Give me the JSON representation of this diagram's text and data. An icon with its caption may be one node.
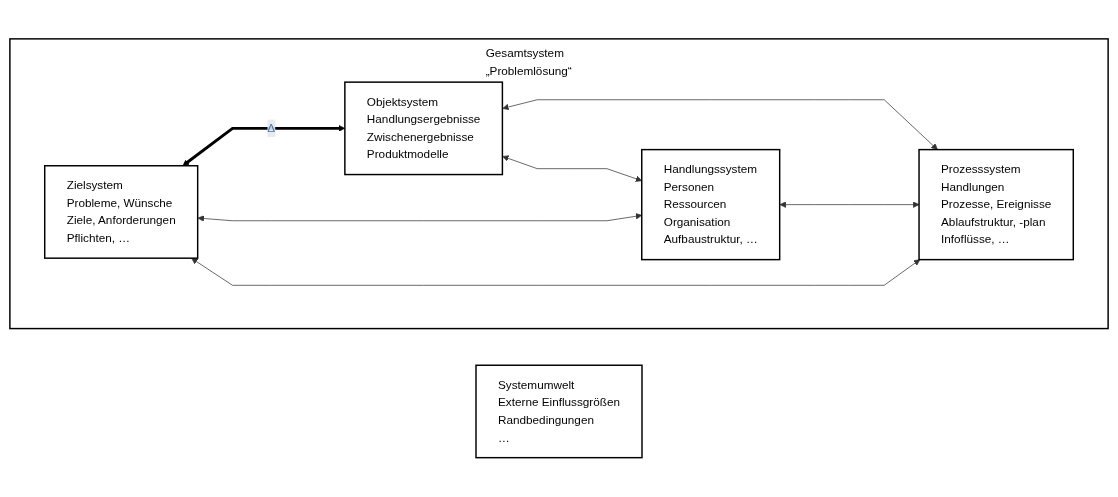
{
  "diagram": {
    "nodes": [
      {
        "text": [
          "Systemumwelt",
          "Externe Einflussgrößen",
          "Randbedingungen",
          "…"
        ]
      },
      {
        "text": [
          "Gesamtsystem „Problemlösung“"
        ]
      },
      {
        "text": [
          "Zielsystem",
          "Probleme, Wünsche",
          "Ziele, Anforderungen",
          "Pflichten, …"
        ],
        "in": 1
      },
      {
        "text": [
          "Objektsystem",
          "Handlungsergebnisse",
          "Zwischenergebnisse",
          "Produktmodelle"
        ],
        "in": 1
      },
      {
        "text": [
          "Handlungssystem",
          "Personen",
          "Ressourcen",
          "Organisation",
          "Aufbaustruktur, …"
        ],
        "in": 1
      },
      {
        "text": [
          "Prozesssystem",
          "Handlungen",
          "Prozesse, Ereignisse",
          "Ablaufstruktur, -plan",
          "Infoflüsse, …"
        ],
        "in": 1
      }
    ],
    "edges": [
      {
        "from": 2,
        "to": 3,
        "arrow": "both",
        "label": "Δ",
        "style": "thick"
      },
      {
        "from": 2,
        "to": 4,
        "arrow": "both"
      },
      {
        "from": 3,
        "to": 5,
        "arrow": "both"
      },
      {
        "from": 2,
        "to": 5,
        "arrow": "both"
      },
      {
        "from": 3,
        "to": 4,
        "arrow": "both"
      },
      {
        "from": 4,
        "to": 5,
        "arrow": "both"
      }
    ]
  }
}
